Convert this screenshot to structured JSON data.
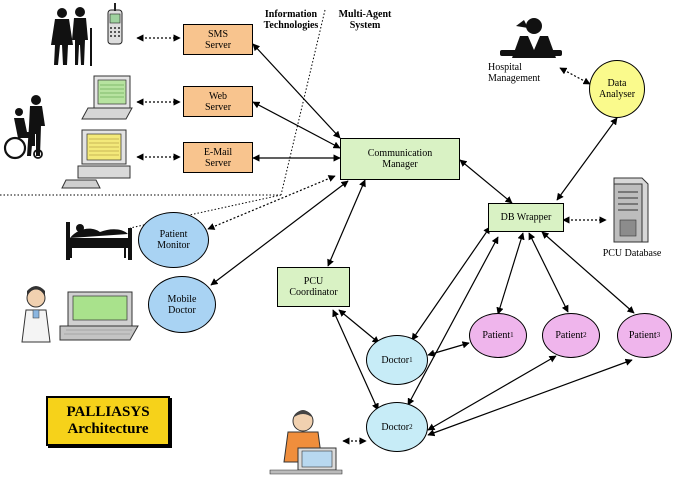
{
  "regions": {
    "information_technologies": "Information\nTechnologies",
    "multi_agent_system": "Multi-Agent\nSystem"
  },
  "servers": {
    "sms": "SMS\nServer",
    "web": "Web\nServer",
    "email": "E-Mail\nServer"
  },
  "agents": {
    "communication_manager": "Communication\nManager",
    "db_wrapper": "DB Wrapper",
    "pcu_coordinator": "PCU\nCoordinator",
    "patient_monitor": "Patient\nMonitor",
    "mobile_doctor": "Mobile\nDoctor",
    "data_analyser": "Data\nAnalyser",
    "doctor1": {
      "base": "Doctor",
      "sub": "1"
    },
    "doctor2": {
      "base": "Doctor",
      "sub": "2"
    },
    "patient1": {
      "base": "Patient",
      "sub": "1"
    },
    "patient2": {
      "base": "Patient",
      "sub": "2"
    },
    "patient3": {
      "base": "Patient",
      "sub": "3"
    }
  },
  "labels": {
    "hospital_management": "Hospital\nManagement",
    "pcu_database": "PCU Database"
  },
  "title": "PALLIASYS\nArchitecture",
  "colors": {
    "server": "#f8c48e",
    "agent": "#d9f2c4",
    "mobile_agent": "#a9d3f3",
    "analyser": "#fafa8c",
    "patient": "#efb5ec",
    "doctor": "#c7ecf7",
    "title_bg": "#f6d21a"
  }
}
